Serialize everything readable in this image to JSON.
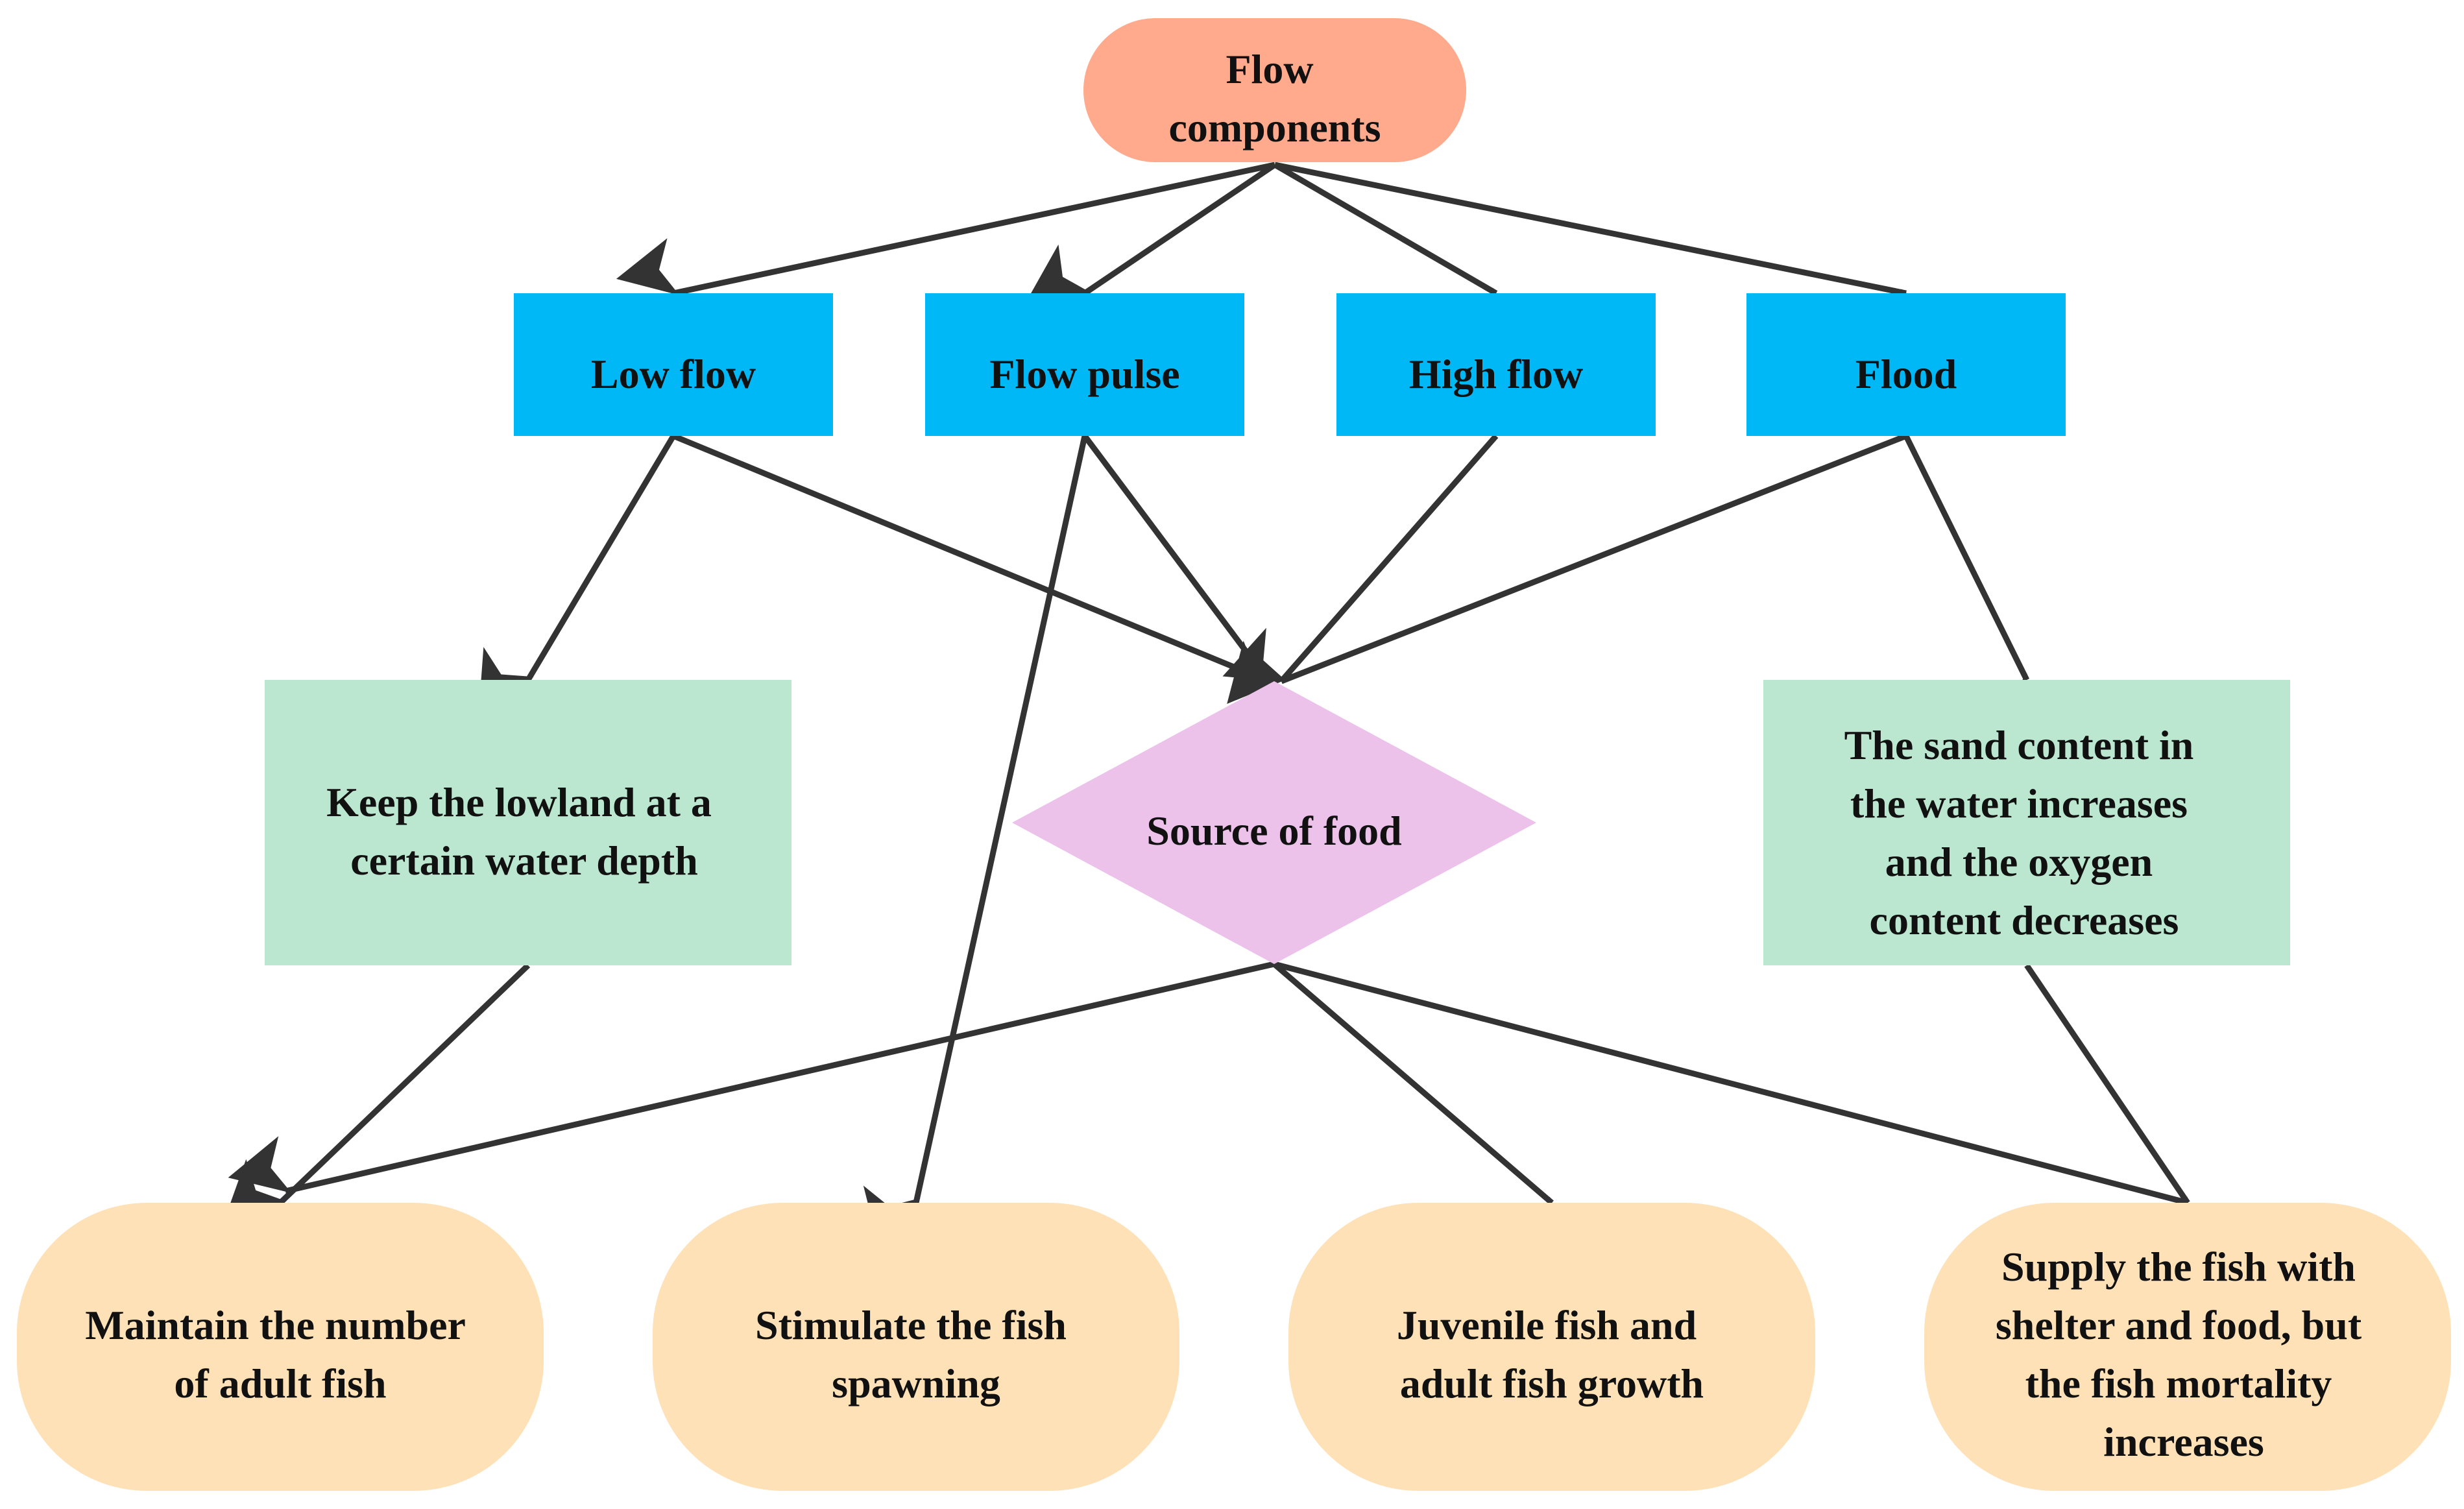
{
  "colors": {
    "root": "#FFAA8C",
    "flow_type": "#00B8F5",
    "effect": "#BBE6CF",
    "decision": "#ECC2EB",
    "outcome": "#FFE1B7",
    "edge": "#333333"
  },
  "nodes": {
    "flow_components": {
      "lines": [
        "Flow",
        "components"
      ]
    },
    "low_flow": {
      "lines": [
        "Low flow"
      ]
    },
    "flow_pulse": {
      "lines": [
        "Flow pulse"
      ]
    },
    "high_flow": {
      "lines": [
        "High flow"
      ]
    },
    "flood": {
      "lines": [
        "Flood"
      ]
    },
    "lowland_depth": {
      "lines": [
        "Keep the lowland at a",
        "certain water depth"
      ]
    },
    "source_of_food": {
      "lines": [
        "Source of food"
      ]
    },
    "sand_oxygen": {
      "lines": [
        "The sand content in",
        "the water increases",
        "and the oxygen",
        "content decreases"
      ]
    },
    "adult_number": {
      "lines": [
        "Maintain the number",
        "of adult fish"
      ]
    },
    "spawning": {
      "lines": [
        "Stimulate the fish",
        "spawning"
      ]
    },
    "growth": {
      "lines": [
        "Juvenile fish and",
        "adult fish growth"
      ]
    },
    "shelter_mortality": {
      "lines": [
        "Supply the fish with",
        "shelter and food, but",
        "the fish mortality",
        "increases"
      ]
    }
  },
  "edges": [
    {
      "from": "flow_components",
      "to": "low_flow"
    },
    {
      "from": "flow_components",
      "to": "flow_pulse"
    },
    {
      "from": "flow_components",
      "to": "high_flow"
    },
    {
      "from": "flow_components",
      "to": "flood"
    },
    {
      "from": "low_flow",
      "to": "lowland_depth"
    },
    {
      "from": "low_flow",
      "to": "source_of_food"
    },
    {
      "from": "flow_pulse",
      "to": "source_of_food"
    },
    {
      "from": "flow_pulse",
      "to": "spawning"
    },
    {
      "from": "high_flow",
      "to": "source_of_food"
    },
    {
      "from": "flood",
      "to": "source_of_food"
    },
    {
      "from": "flood",
      "to": "sand_oxygen"
    },
    {
      "from": "lowland_depth",
      "to": "adult_number"
    },
    {
      "from": "source_of_food",
      "to": "adult_number"
    },
    {
      "from": "source_of_food",
      "to": "growth"
    },
    {
      "from": "source_of_food",
      "to": "shelter_mortality"
    },
    {
      "from": "sand_oxygen",
      "to": "shelter_mortality"
    }
  ]
}
